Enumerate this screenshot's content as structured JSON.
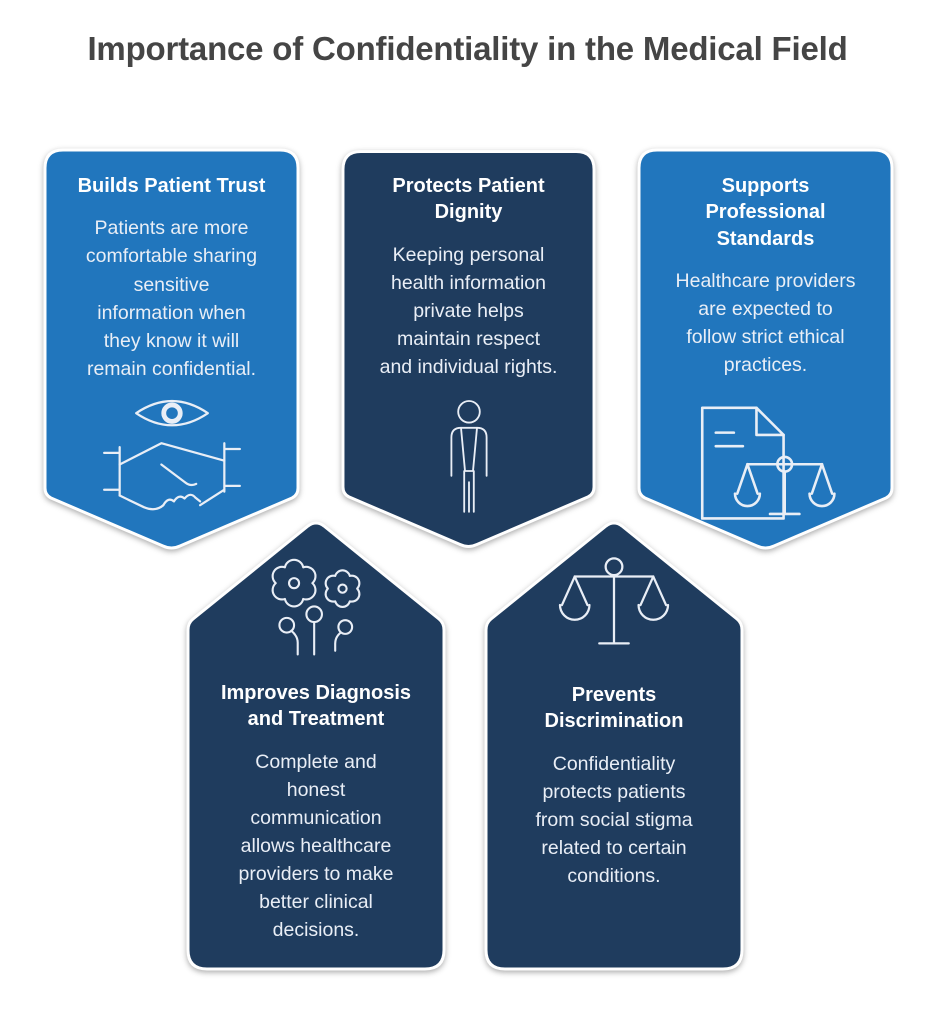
{
  "title": "Importance of Confidentiality in the Medical Field",
  "colors": {
    "light_blue": "#2176bd",
    "dark_navy": "#1f3c5e",
    "title_text": "#454545",
    "body_text": "#e9eef6",
    "icon_stroke": "#e9eef6",
    "card_border": "#ffffff"
  },
  "cards": [
    {
      "heading": [
        "Builds Patient Trust"
      ],
      "body": [
        "Patients are more",
        "comfortable sharing",
        "sensitive",
        "information when",
        "they know it will",
        "remain confidential."
      ],
      "icon": "eye-handshake-icon",
      "variant": "light",
      "direction": "down"
    },
    {
      "heading": [
        "Protects Patient",
        "Dignity"
      ],
      "body": [
        "Keeping personal",
        "health information",
        "private helps",
        "maintain respect",
        "and individual rights."
      ],
      "icon": "person-icon",
      "variant": "dark",
      "direction": "down"
    },
    {
      "heading": [
        "Supports",
        "Professional",
        "Standards"
      ],
      "body": [
        "Healthcare providers",
        "are expected to",
        "follow strict ethical",
        "practices."
      ],
      "icon": "document-scales-icon",
      "variant": "light",
      "direction": "down"
    },
    {
      "heading": [
        "Improves Diagnosis",
        "and Treatment"
      ],
      "body": [
        "Complete and",
        "honest",
        "communication",
        "allows healthcare",
        "providers to make",
        "better clinical",
        "decisions."
      ],
      "icon": "gears-research-icon",
      "variant": "dark",
      "direction": "up"
    },
    {
      "heading": [
        "Prevents",
        "Discrimination"
      ],
      "body": [
        "Confidentiality",
        "protects patients",
        "from social stigma",
        "related to certain",
        "conditions."
      ],
      "icon": "balance-scales-icon",
      "variant": "dark",
      "direction": "up"
    }
  ]
}
